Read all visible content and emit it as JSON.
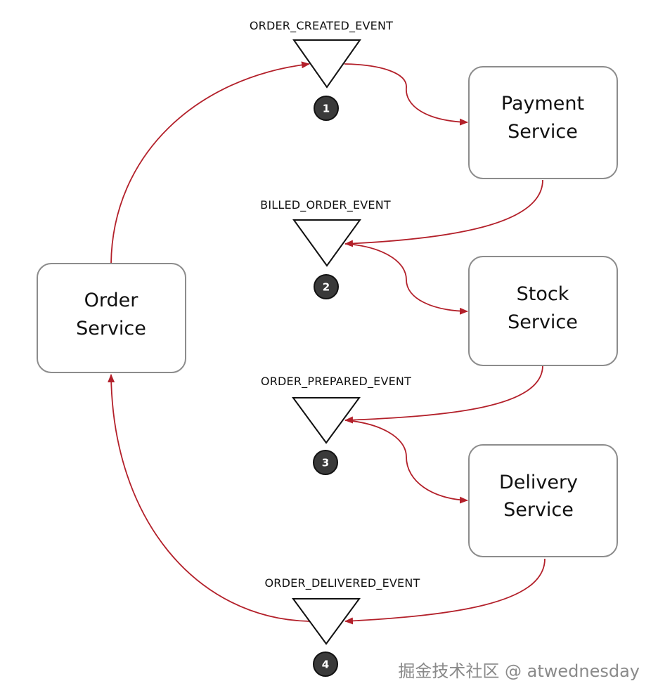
{
  "colors": {
    "arrow": "#b3202a",
    "box_border": "#8c8c8c",
    "badge_fill": "#3a3a3a"
  },
  "services": {
    "order": [
      "Order",
      "Service"
    ],
    "payment": [
      "Payment",
      "Service"
    ],
    "stock": [
      "Stock",
      "Service"
    ],
    "delivery": [
      "Delivery",
      "Service"
    ]
  },
  "events": [
    {
      "step": "1",
      "label": "ORDER_CREATED_EVENT"
    },
    {
      "step": "2",
      "label": "BILLED_ORDER_EVENT"
    },
    {
      "step": "3",
      "label": "ORDER_PREPARED_EVENT"
    },
    {
      "step": "4",
      "label": "ORDER_DELIVERED_EVENT"
    }
  ],
  "watermark": "掘金技术社区 @ atwednesday"
}
